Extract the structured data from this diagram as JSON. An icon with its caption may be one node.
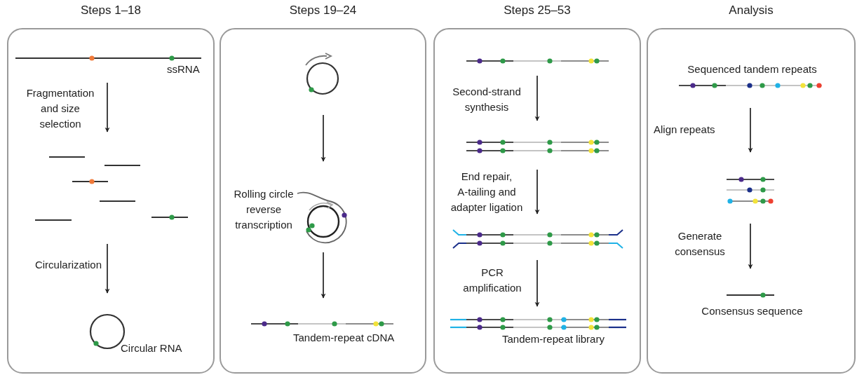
{
  "diagram": {
    "nodes": [
      {
        "text": [
          "Steps 1–18"
        ]
      },
      {
        "text": [],
        "shape": "picture",
        "in": 0,
        "beside": [
          "ssRNA"
        ]
      },
      {
        "text": [],
        "shape": "picture",
        "in": 0
      },
      {
        "text": [],
        "shape": "picture",
        "in": 0,
        "beside": [
          "Circular RNA"
        ]
      },
      {
        "text": [
          "Steps 19–24"
        ]
      },
      {
        "text": [],
        "shape": "picture",
        "in": 4
      },
      {
        "text": [],
        "shape": "picture",
        "in": 4,
        "beside": [
          "Rolling circle reverse transcription"
        ]
      },
      {
        "text": [],
        "shape": "picture",
        "in": 4,
        "beside": [
          "Tandem-repeat cDNA"
        ]
      },
      {
        "text": [
          "Steps 25–53"
        ]
      },
      {
        "text": [],
        "shape": "picture",
        "in": 8
      },
      {
        "text": [],
        "shape": "picture",
        "in": 8
      },
      {
        "text": [],
        "shape": "picture",
        "in": 8
      },
      {
        "text": [],
        "shape": "picture",
        "in": 8,
        "beside": [
          "Tandem-repeat library"
        ]
      },
      {
        "text": [
          "Analysis"
        ]
      },
      {
        "text": [],
        "shape": "picture",
        "in": 13,
        "beside": [
          "Sequenced tandem repeats"
        ]
      },
      {
        "text": [],
        "shape": "picture",
        "in": 13
      },
      {
        "text": [],
        "shape": "picture",
        "in": 13,
        "beside": [
          "Consensus sequence"
        ]
      }
    ],
    "edges": [
      {
        "from": 1,
        "to": 2,
        "arrow": "to",
        "label": "Fragmentation and size selection"
      },
      {
        "from": 2,
        "to": 3,
        "arrow": "to",
        "label": "Circularization"
      },
      {
        "from": 5,
        "to": 6,
        "arrow": "to"
      },
      {
        "from": 6,
        "to": 7,
        "arrow": "to"
      },
      {
        "from": 9,
        "to": 10,
        "arrow": "to",
        "label": "Second-strand synthesis"
      },
      {
        "from": 10,
        "to": 11,
        "arrow": "to",
        "label": "End repair, A-tailing and adapter ligation"
      },
      {
        "from": 11,
        "to": 12,
        "arrow": "to",
        "label": "PCR amplification"
      },
      {
        "from": 14,
        "to": 15,
        "arrow": "to",
        "label": "Align repeats"
      },
      {
        "from": 15,
        "to": 16,
        "arrow": "to",
        "label": "Generate consensus"
      }
    ]
  }
}
